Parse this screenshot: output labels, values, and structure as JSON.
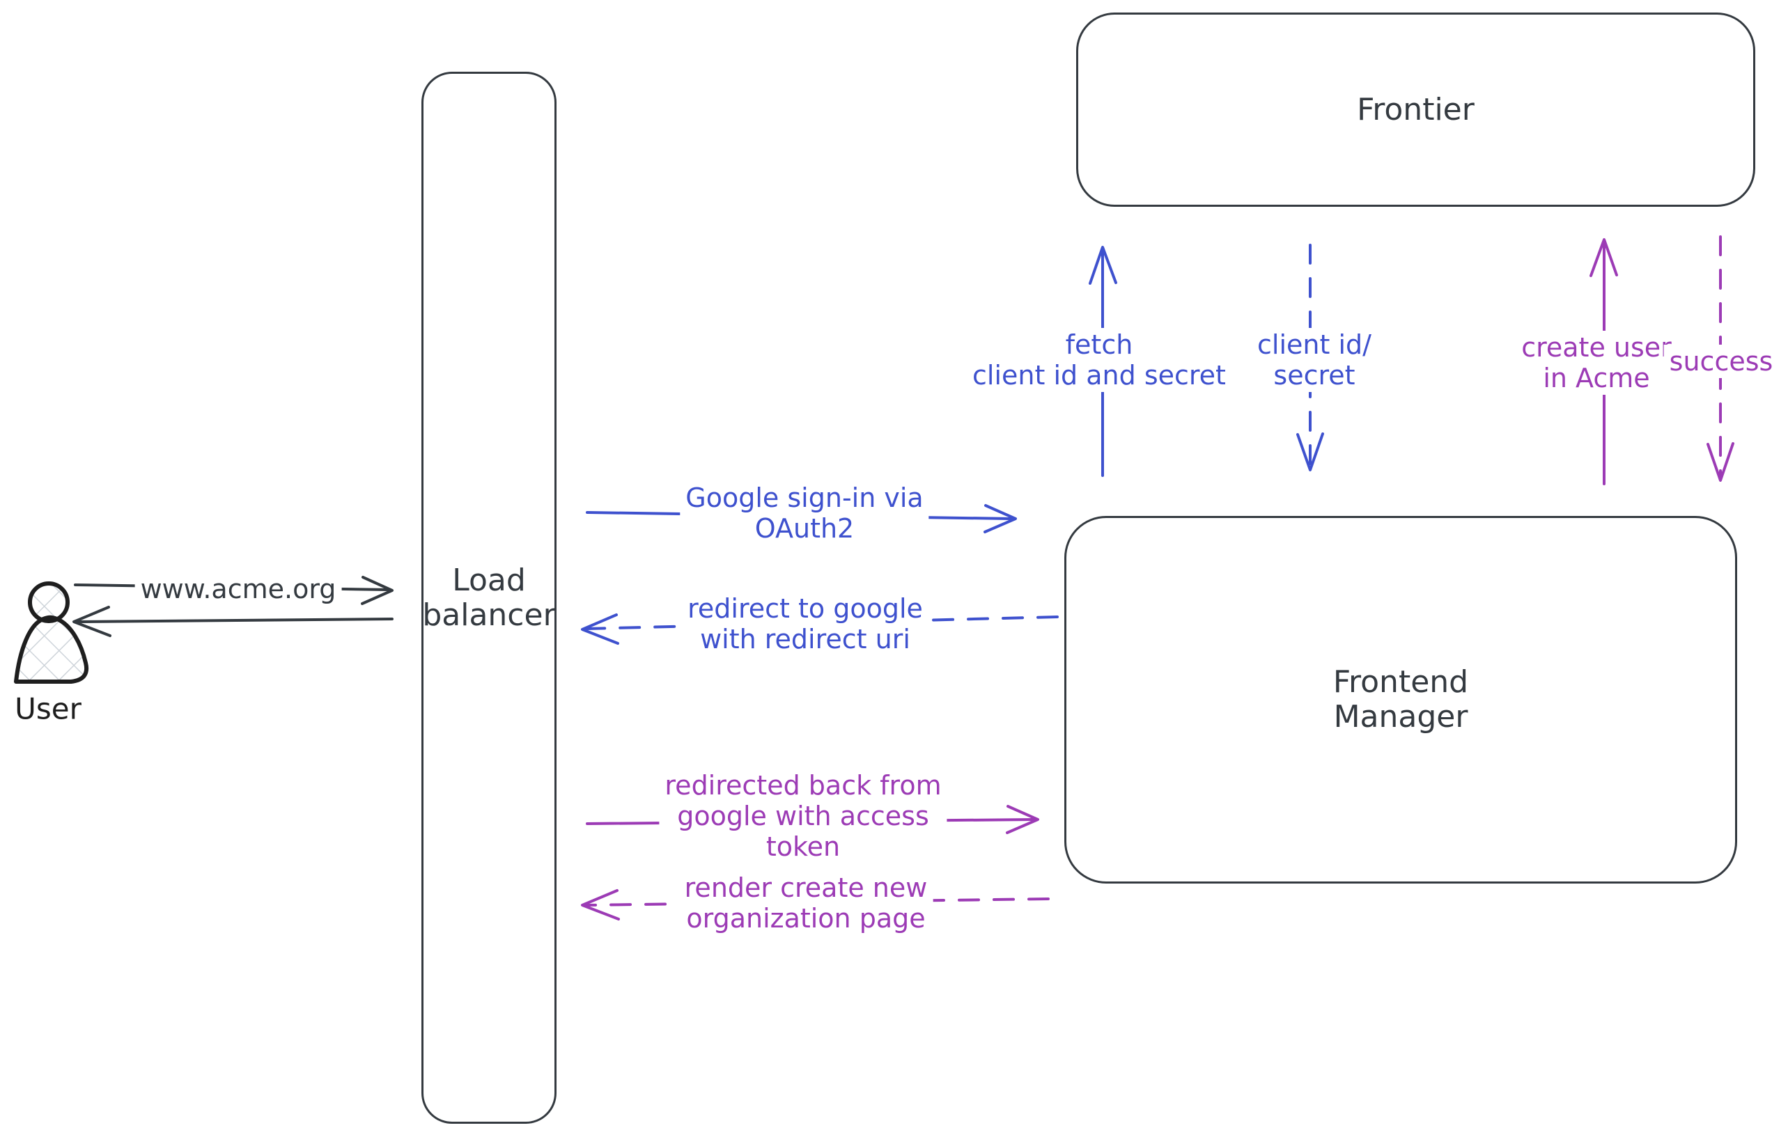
{
  "diagram": {
    "colors": {
      "stroke_dark": "#343a40",
      "accent_blue": "#3e51ce",
      "accent_purple": "#9c3bb5",
      "figure_ink": "#1e1e1e",
      "hatch_fill": "#ced4da"
    },
    "nodes": {
      "user": {
        "label": "User"
      },
      "load_balancer": {
        "label": "Load\nbalancer"
      },
      "frontier": {
        "label": "Frontier"
      },
      "frontend_manager": {
        "label": "Frontend\nManager"
      }
    },
    "messages": {
      "www_request": {
        "text": "www.acme.org"
      },
      "google_signin": {
        "text": "Google sign-in via\nOAuth2"
      },
      "redirect_google": {
        "text": "redirect to google\nwith redirect uri"
      },
      "redirected_back": {
        "text": "redirected back from\ngoogle with access\ntoken"
      },
      "render_create": {
        "text": "render create new\norganization page"
      },
      "fetch_client": {
        "text": "fetch\nclient id and secret"
      },
      "client_id_secret": {
        "text": "client id/\nsecret"
      },
      "create_user": {
        "text": "create user\nin Acme"
      },
      "success": {
        "text": "success"
      }
    }
  }
}
